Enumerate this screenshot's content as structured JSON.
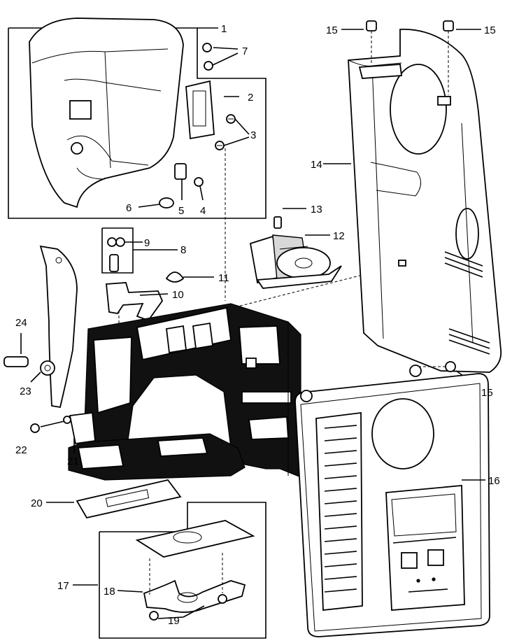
{
  "callouts": {
    "c1": "1",
    "c2": "2",
    "c3": "3",
    "c4": "4",
    "c5": "5",
    "c6": "6",
    "c7": "7",
    "c8": "8",
    "c9": "9",
    "c10": "10",
    "c11": "11",
    "c12": "12",
    "c13": "13",
    "c14": "14",
    "c15a": "15",
    "c15b": "15",
    "c15c": "15",
    "c16": "16",
    "c17": "17",
    "c18": "18",
    "c19": "19",
    "c20": "20",
    "c21": "21",
    "c22": "22",
    "c23": "23",
    "c24": "24"
  }
}
